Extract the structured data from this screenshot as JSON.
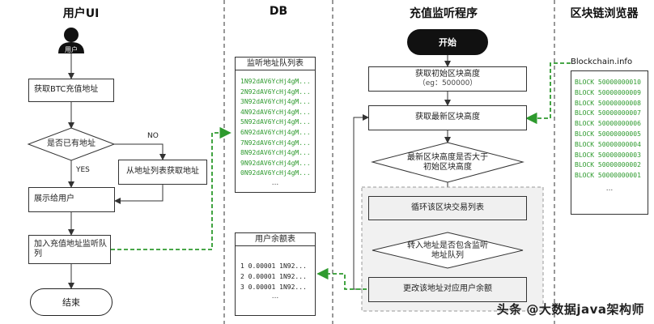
{
  "lanes": {
    "user_ui": "用户UI",
    "db": "DB",
    "monitor": "充值监听程序",
    "explorer": "区块链浏览器"
  },
  "user_flow": {
    "user_label": "用户",
    "get_addr": "获取BTC充值地址",
    "has_addr": "是否已有地址",
    "no": "NO",
    "yes": "YES",
    "fetch_from_list": "从地址列表获取地址",
    "show_user": "展示给用户",
    "join_queue": "加入充值地址监听队列",
    "end": "结束"
  },
  "db": {
    "addr_table_title": "监听地址队列表",
    "addr_rows": [
      "1N92dAV6YcHj4gM...",
      "2N92dAV6YcHj4gM...",
      "3N92dAV6YcHj4gM...",
      "4N92dAV6YcHj4gM...",
      "5N92dAV6YcHj4gM...",
      "6N92dAV6YcHj4gM...",
      "7N92dAV6YcHj4gM...",
      "8N92dAV6YcHj4gM...",
      "9N92dAV6YcHj4gM...",
      "0N92dAV6YcHj4gM..."
    ],
    "ellipsis": "...",
    "balance_table_title": "用户余额表",
    "balance_rows": [
      "1  0.00001 1N92...",
      "2  0.00001 1N92...",
      "3  0.00001 1N92..."
    ]
  },
  "monitor_flow": {
    "start": "开始",
    "get_initial_height": "获取初始区块高度",
    "initial_eg": "（eg：500000）",
    "get_latest_height": "获取最新区块高度",
    "compare": "最新区块高度是否大于初始区块高度",
    "loop_tx": "循环该区块交易列表",
    "check_addr": "转入地址是否包含监听地址队列",
    "update_balance": "更改该地址对应用户余额"
  },
  "explorer": {
    "source": "Blockchain.info",
    "blocks": [
      "BLOCK 50000000010",
      "BLOCK 50000000009",
      "BLOCK 50000000008",
      "BLOCK 50000000007",
      "BLOCK 50000000006",
      "BLOCK 50000000005",
      "BLOCK 50000000004",
      "BLOCK 50000000003",
      "BLOCK 50000000002",
      "BLOCK 50000000001"
    ],
    "ellipsis": "..."
  },
  "watermark": "头条 @大数据java架构师",
  "colors": {
    "accent_green": "#2e9a2e",
    "line": "#333333"
  }
}
